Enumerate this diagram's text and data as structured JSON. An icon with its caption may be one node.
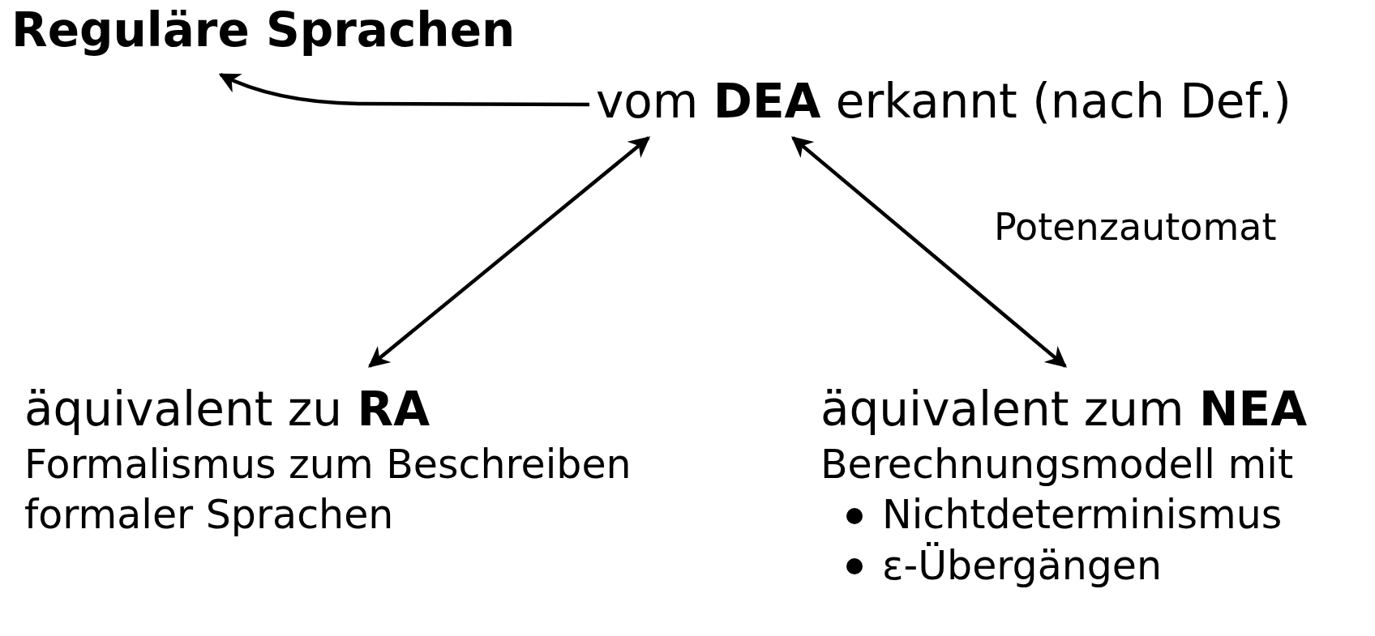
{
  "diagram": {
    "nodes": [
      {
        "text": [
          "Reguläre Sprachen"
        ]
      },
      {
        "text": [
          "vom **DEA** erkannt (nach Def.)"
        ]
      },
      {
        "text": [
          "äquivalent zu **RA**",
          "Formalismus zum Beschreiben formaler Sprachen"
        ]
      },
      {
        "text": [
          "äquivalent zum **NEA**",
          "Berechnungsmodell mit",
          "Nichtdeterminismus",
          "ε-Übergängen"
        ]
      }
    ],
    "edges": [
      {
        "from": 1,
        "to": 0,
        "arrow": "to"
      },
      {
        "from": 1,
        "to": 2,
        "arrow": "both"
      },
      {
        "from": 1,
        "to": 3,
        "arrow": "both",
        "label": "Potenzautomat"
      }
    ]
  }
}
